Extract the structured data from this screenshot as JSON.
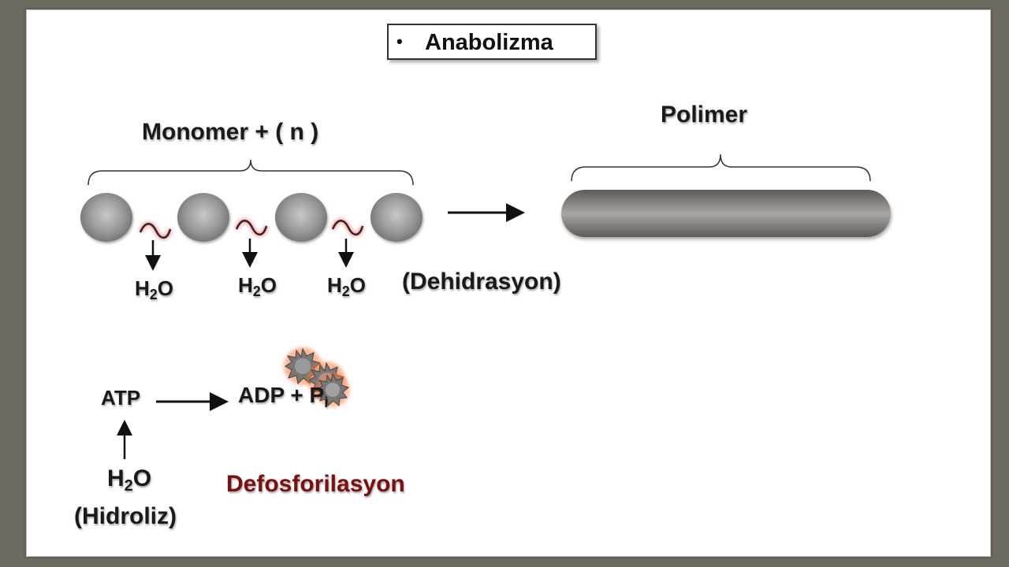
{
  "title": {
    "bullet": "•",
    "text": "Anabolizma"
  },
  "monomer_label": "Monomer + ( n )",
  "polymer_label": "Polimer",
  "water_labels": [
    {
      "main": "H",
      "sub": "2",
      "tail": "O"
    },
    {
      "main": "H",
      "sub": "2",
      "tail": "O"
    },
    {
      "main": "H",
      "sub": "2",
      "tail": "O"
    }
  ],
  "reaction_label": "(Dehidrasyon)",
  "atp": {
    "reactant": "ATP",
    "product": "ADP + P",
    "product_sub": "i",
    "water": {
      "main": "H",
      "sub": "2",
      "tail": "O"
    },
    "hydrolysis_label": "(Hidroliz)",
    "process_label": "Defosforilasyon"
  },
  "colors": {
    "background": "#6f6a5f",
    "slide": "#ffffff",
    "accent_red": "#7a1010",
    "wave": "#3a2020",
    "wave_glow": "#e05050"
  }
}
